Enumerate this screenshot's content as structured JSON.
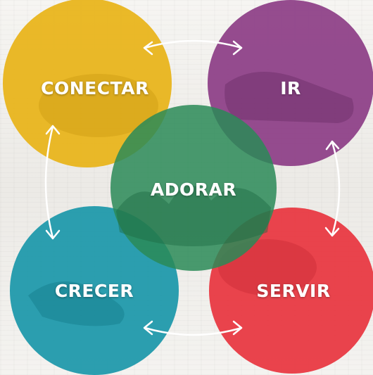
{
  "diagram": {
    "circles": {
      "conectar": {
        "label": "CONECTAR",
        "color": "#e8b317"
      },
      "ir": {
        "label": "IR",
        "color": "#8c3d86"
      },
      "adorar": {
        "label": "ADORAR",
        "color": "#2a8a57"
      },
      "crecer": {
        "label": "CRECER",
        "color": "#1a97a9"
      },
      "servir": {
        "label": "SERVIR",
        "color": "#e8343e"
      }
    },
    "arrow_color": "#ffffff"
  }
}
